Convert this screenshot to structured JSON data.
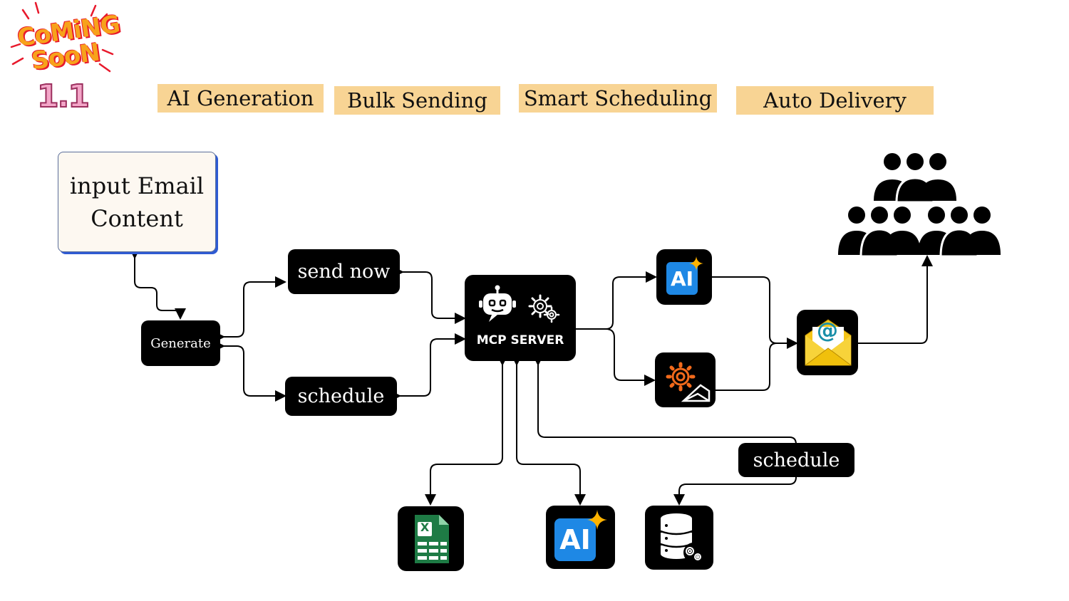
{
  "badge": {
    "coming": "CoMiNG",
    "soon": "SooN",
    "version": "1.1"
  },
  "features": [
    "AI Generation",
    "Bulk Sending",
    "Smart Scheduling",
    "Auto Delivery"
  ],
  "input_box": {
    "line1": "input Email",
    "line2": "Content"
  },
  "nodes": {
    "generate": "Generate",
    "send_now": "send now",
    "schedule_left": "schedule",
    "mcp_server": "MCP SERVER",
    "schedule_right": "schedule"
  },
  "icons": {
    "ai_label": "AI",
    "excel_label": "X",
    "email_symbol": "@"
  },
  "colors": {
    "tag_bg": "#f8d494",
    "node_bg": "#000000",
    "ai_blue": "#1e88e5",
    "sparkle": "#ffb300",
    "excel_green": "#1e7b45",
    "envelope_yellow": "#f5c518",
    "gear_orange": "#f26a1b",
    "badge_orange": "#f7931e",
    "badge_red": "#e8192c",
    "version_pink": "#f3a6c8"
  }
}
